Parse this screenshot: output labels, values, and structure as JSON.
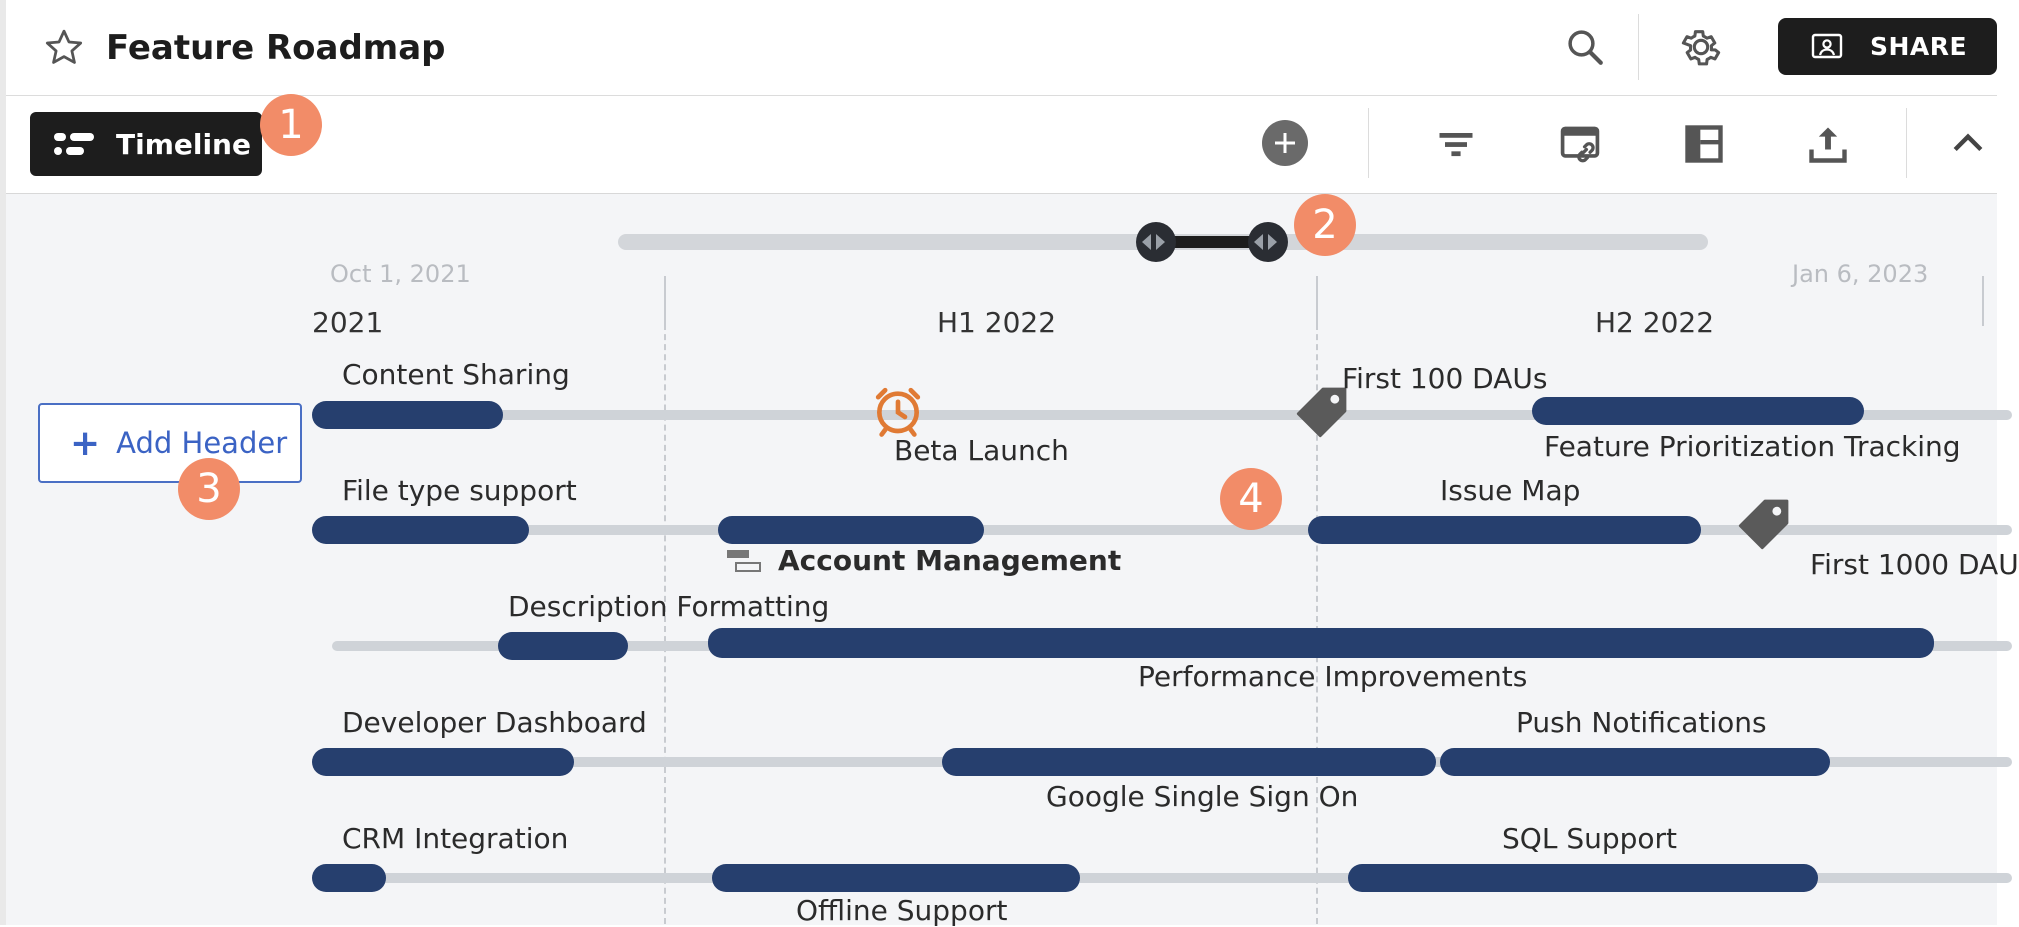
{
  "header": {
    "title": "Feature Roadmap",
    "share_label": "SHARE"
  },
  "toolbar": {
    "view_label": "Timeline"
  },
  "left_panel": {
    "add_header_label": "Add Header"
  },
  "annotations": [
    "1",
    "2",
    "3",
    "4"
  ],
  "timeline": {
    "range_start": "Oct 1, 2021",
    "range_end": "Jan 6, 2023",
    "periods": [
      "2021",
      "H1 2022",
      "H2 2022"
    ],
    "rows": [
      {
        "bars": [
          "Content Sharing",
          "Feature Prioritization Tracking"
        ],
        "milestones": [
          "Beta Launch",
          "First 100 DAUs"
        ]
      },
      {
        "bars": [
          "File type support",
          "Account Management",
          "Issue Map"
        ],
        "milestones": [
          "First 1000 DAU"
        ]
      },
      {
        "bars": [
          "Description Formatting",
          "Performance Improvements"
        ]
      },
      {
        "bars": [
          "Developer Dashboard",
          "Google Single Sign On",
          "Push Notifications"
        ]
      },
      {
        "bars": [
          "CRM Integration",
          "Offline Support",
          "SQL Support"
        ]
      }
    ]
  },
  "colors": {
    "bar": "#263f6e",
    "track": "#cfd3d8",
    "badge": "#f28c68",
    "primary_button": "#1d1d1d",
    "link": "#3b63c4",
    "milestone_alarm": "#e07a34"
  }
}
